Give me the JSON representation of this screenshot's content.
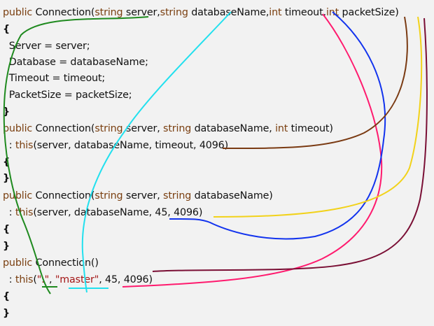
{
  "code": {
    "lines": [
      [
        {
          "t": "public",
          "k": "kw"
        },
        {
          "t": " Connection(",
          "k": "txt"
        },
        {
          "t": "string",
          "k": "kw"
        },
        {
          "t": " server,",
          "k": "txt"
        },
        {
          "t": "string",
          "k": "kw"
        },
        {
          "t": " databaseName,",
          "k": "txt"
        },
        {
          "t": "int",
          "k": "kw"
        },
        {
          "t": " timeout,",
          "k": "txt"
        },
        {
          "t": "int",
          "k": "kw"
        },
        {
          "t": " packetSize)",
          "k": "txt"
        }
      ],
      [
        {
          "t": "{",
          "k": "brace"
        }
      ],
      [
        {
          "t": "  Server = server;",
          "k": "txt"
        }
      ],
      [
        {
          "t": "  Database = databaseName;",
          "k": "txt"
        }
      ],
      [
        {
          "t": "  Timeout = timeout;",
          "k": "txt"
        }
      ],
      [
        {
          "t": "  PacketSize = packetSize;",
          "k": "txt"
        }
      ],
      [
        {
          "t": "}",
          "k": "brace"
        }
      ],
      [
        {
          "t": "public",
          "k": "kw"
        },
        {
          "t": " Connection(",
          "k": "txt"
        },
        {
          "t": "string",
          "k": "kw"
        },
        {
          "t": " server, ",
          "k": "txt"
        },
        {
          "t": "string",
          "k": "kw"
        },
        {
          "t": " databaseName, ",
          "k": "txt"
        },
        {
          "t": "int",
          "k": "kw"
        },
        {
          "t": " timeout)",
          "k": "txt"
        }
      ],
      [
        {
          "t": "  : ",
          "k": "txt"
        },
        {
          "t": "this",
          "k": "kw"
        },
        {
          "t": "(server, databaseName, timeout, 4096)",
          "k": "txt"
        }
      ],
      [
        {
          "t": "{",
          "k": "brace"
        }
      ],
      [
        {
          "t": "}",
          "k": "brace"
        }
      ],
      [
        {
          "t": "public",
          "k": "kw"
        },
        {
          "t": " Connection(",
          "k": "txt"
        },
        {
          "t": "string",
          "k": "kw"
        },
        {
          "t": " server, ",
          "k": "txt"
        },
        {
          "t": "string",
          "k": "kw"
        },
        {
          "t": " databaseName)",
          "k": "txt"
        }
      ],
      [
        {
          "t": "  : ",
          "k": "txt"
        },
        {
          "t": "this",
          "k": "kw"
        },
        {
          "t": "(server, databaseName, 45, 4096)",
          "k": "txt"
        }
      ],
      [
        {
          "t": "{",
          "k": "brace"
        }
      ],
      [
        {
          "t": "}",
          "k": "brace"
        }
      ],
      [
        {
          "t": "public",
          "k": "kw"
        },
        {
          "t": " Connection()",
          "k": "txt"
        }
      ],
      [
        {
          "t": "  : ",
          "k": "txt"
        },
        {
          "t": "this",
          "k": "kw"
        },
        {
          "t": "(",
          "k": "txt"
        },
        {
          "t": "\".\"",
          "k": "str"
        },
        {
          "t": ", ",
          "k": "txt"
        },
        {
          "t": "\"master\"",
          "k": "str"
        },
        {
          "t": ", 45, 4096)",
          "k": "txt"
        }
      ],
      [
        {
          "t": "{",
          "k": "brace"
        }
      ],
      [
        {
          "t": "}",
          "k": "brace"
        }
      ]
    ]
  },
  "annotation_colors": {
    "server": "#1f8a1f",
    "database_name": "#22e0ee",
    "timeout": "#ff1a6e",
    "packet_size_45": "#1233ee",
    "packet_size_4096_a": "#7a3a12",
    "packet_size_4096_b": "#f2d21a",
    "packet_size_4096_c": "#7a0f35"
  }
}
